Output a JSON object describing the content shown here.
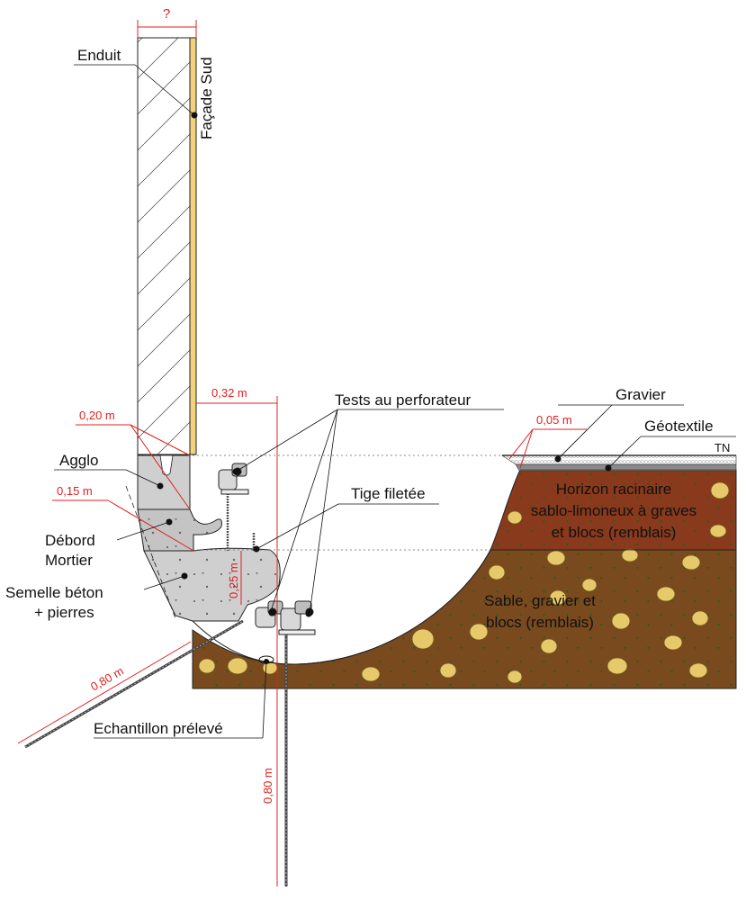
{
  "labels": {
    "enduit": "Enduit",
    "facade": "Façade Sud",
    "agglo": "Agglo",
    "debord": "Débord",
    "mortier": "Mortier",
    "semelle_1": "Semelle béton",
    "semelle_2": "+ pierres",
    "tests": "Tests au perforateur",
    "tige": "Tige filetée",
    "echantillon": "Echantillon prélevé",
    "gravier": "Gravier",
    "geotextile": "Géotextile",
    "tn": "TN",
    "horizon_1": "Horizon racinaire",
    "horizon_2": "sablo-limoneux à graves",
    "horizon_3": "et blocs (remblais)",
    "sable_1": "Sable, gravier et",
    "sable_2": "blocs (remblais)"
  },
  "dimensions": {
    "wall_thickness": "?",
    "d_032": "0,32 m",
    "d_020": "0,20 m",
    "d_015": "0,15 m",
    "d_025": "0,25 m",
    "d_005": "0,05 m",
    "d_080_diag": "0,80 m",
    "d_080_vert": "0,80 m"
  },
  "colors": {
    "dimension": "#e02020",
    "enduit": "#f2d27a",
    "concrete": "#cfcfcf",
    "soil_upper": "#8a3a1c",
    "soil_lower": "#7a4a1f",
    "stone": "#e8c96a",
    "gravel": "#dcdcdc",
    "geotextile": "#8a8a8a"
  }
}
